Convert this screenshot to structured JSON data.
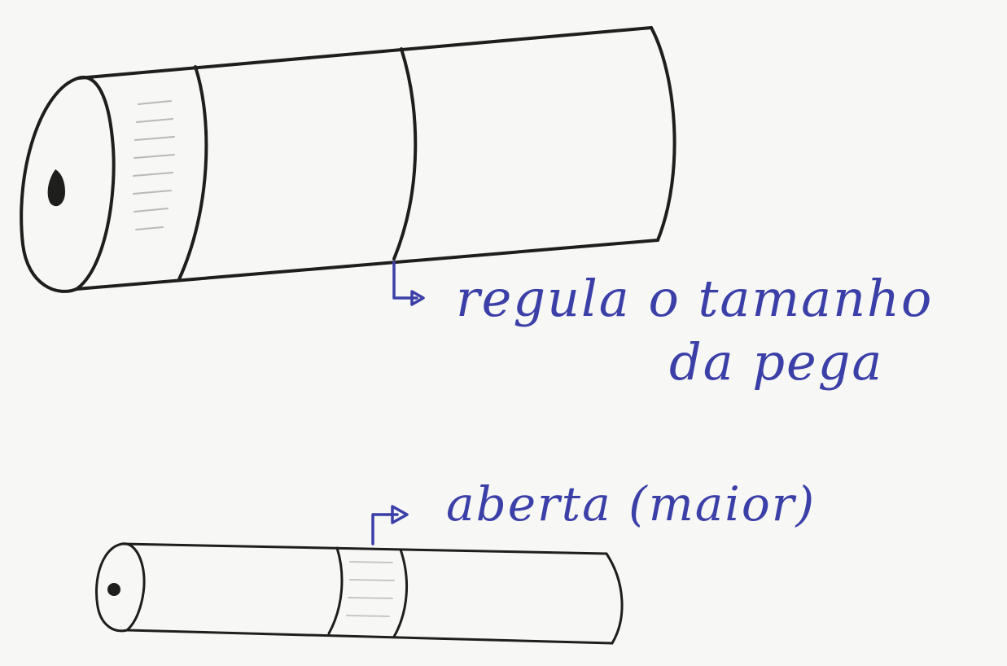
{
  "annotations": {
    "top_line1": "regula o tamanho",
    "top_line2": "da pega",
    "bottom": "aberta (maior)"
  },
  "colors": {
    "ink": "#1e1e1c",
    "pen_blue": "#3b3fa8",
    "paper": "#f7f7f5"
  }
}
